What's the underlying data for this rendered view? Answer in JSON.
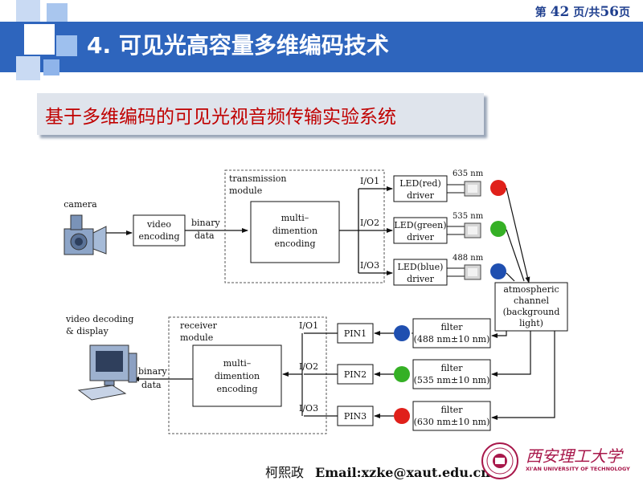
{
  "header": {
    "page_prefix": "第",
    "page_current": "42",
    "page_middle": "页/共",
    "page_total": "56",
    "page_suffix": "页",
    "title": "4. 可见光高容量多维编码技术"
  },
  "subtitle": "基于多维编码的可见光视音频传输实验系统",
  "diagram": {
    "camera": "camera",
    "video_encoding": [
      "video",
      "encoding"
    ],
    "binary_data_tx": [
      "binary",
      "data"
    ],
    "transmission_module": [
      "transmission",
      "module"
    ],
    "encoder": [
      "multi–",
      "dimention",
      "encoding"
    ],
    "io_tx": [
      "I/O1",
      "I/O2",
      "I/O3"
    ],
    "drivers": [
      [
        "LED(red)",
        "driver"
      ],
      [
        "LED(green)",
        "driver"
      ],
      [
        "LED(blue)",
        "driver"
      ]
    ],
    "wavelengths_tx": [
      "635 nm",
      "535 nm",
      "488 nm"
    ],
    "channel": [
      "atmospheric",
      "channel",
      "(background",
      "light)"
    ],
    "filters": [
      [
        "filter",
        "(488 nm±10 nm)"
      ],
      [
        "filter",
        "(535 nm±10 nm)"
      ],
      [
        "filter",
        "(630 nm±10 nm)"
      ]
    ],
    "pins": [
      "PIN1",
      "PIN2",
      "PIN3"
    ],
    "io_rx": [
      "I/O1",
      "I/O2",
      "I/O3"
    ],
    "receiver_module": [
      "receiver",
      "module"
    ],
    "decoder": [
      "multi–",
      "dimention",
      "encoding"
    ],
    "binary_data_rx": [
      "binary",
      "data"
    ],
    "video_decoding": [
      "video decoding",
      "& display"
    ]
  },
  "colors": {
    "header": "#2e65bd",
    "red_led": "#e0201a",
    "green_led": "#35b025",
    "blue_led": "#1f4fb0",
    "subtitle_text": "#c00000"
  },
  "footer": {
    "author": "柯熙政",
    "email": "Email:xzke@xaut.edu.cn"
  },
  "logo": {
    "name_cn": "西安理工大学",
    "name_en": "XI'AN UNIVERSITY OF TECHNOLOGY"
  }
}
